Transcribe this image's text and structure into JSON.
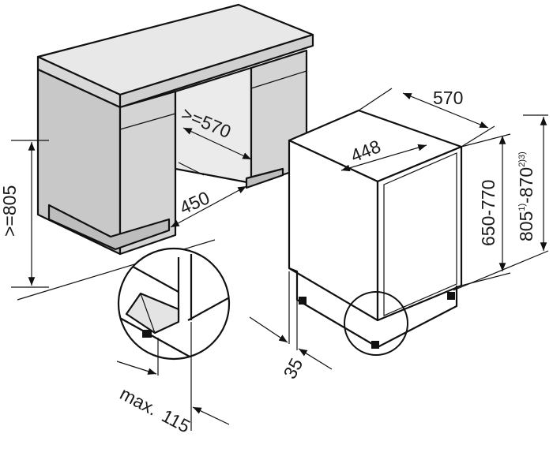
{
  "dimensions": {
    "cabinet_height": ">=805",
    "niche_width": ">=570",
    "niche_depth": "450",
    "appliance_depth": "570",
    "appliance_width": "448",
    "appliance_height": "650-770",
    "total_height_min": "805",
    "total_height_min_note": "1)",
    "total_height_max": "-870",
    "total_height_max_note": "2)3)",
    "foot_setback": "35",
    "max_label": "max.",
    "max_value": "115"
  },
  "colors": {
    "cabinet_face": "#cfcfcf",
    "cabinet_top": "#e6e6e6",
    "line": "#111111"
  }
}
